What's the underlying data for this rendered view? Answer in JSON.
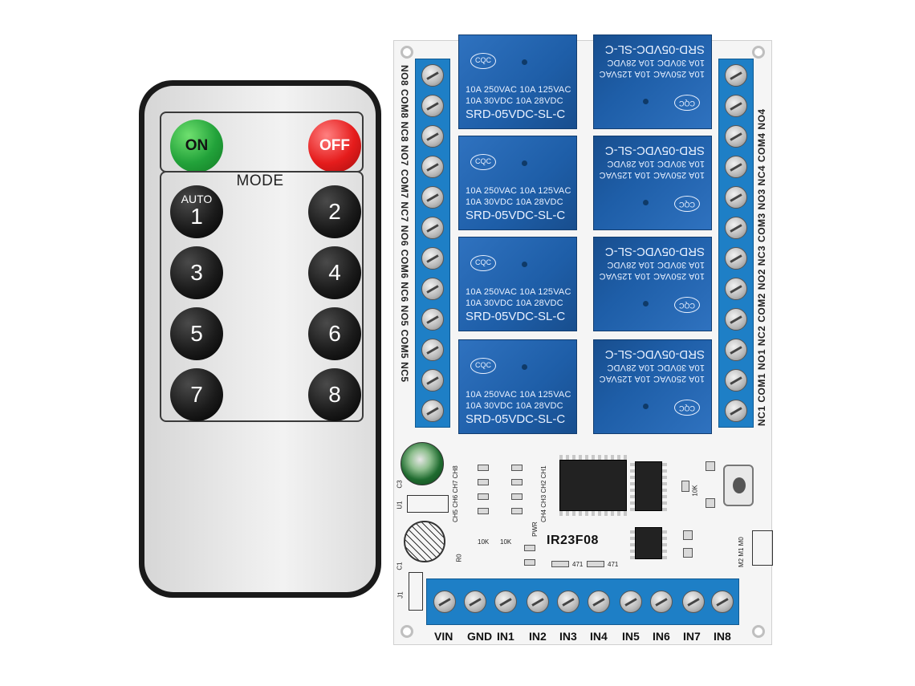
{
  "remote": {
    "on_label": "ON",
    "off_label": "OFF",
    "mode_label": "MODE",
    "buttons": [
      {
        "sub": "AUTO",
        "num": "1"
      },
      {
        "sub": "",
        "num": "2"
      },
      {
        "sub": "",
        "num": "3"
      },
      {
        "sub": "",
        "num": "4"
      },
      {
        "sub": "",
        "num": "5"
      },
      {
        "sub": "",
        "num": "6"
      },
      {
        "sub": "",
        "num": "7"
      },
      {
        "sub": "",
        "num": "8"
      }
    ]
  },
  "relay": {
    "logo": "CQC",
    "spec_line1": "10A 250VAC  10A 125VAC",
    "spec_line2": "10A  30VDC  10A  28VDC",
    "model": "SRD-05VDC-SL-C"
  },
  "board": {
    "name": "IR23F08",
    "left_labels": "NO8 COM8 NC8 NO7 COM7 NC7 NO6 COM6 NC6 NO5 COM5 NC5",
    "right_labels": "NC1 COM1 NO1 NC2 COM2 NO2 NC3 COM3 NO3 NC4 COM4 NO4",
    "inputs": [
      "VIN",
      "GND",
      "IN1",
      "IN2",
      "IN3",
      "IN4",
      "IN5",
      "IN6",
      "IN7",
      "IN8"
    ],
    "silk": {
      "ch_left": "CH5 CH6 CH7 CH8",
      "ch_right": "CH4 CH3 CH2 CH1",
      "pwr": "PWR",
      "r10k_a": "10K",
      "r10k_b": "10K",
      "r10k_c": "10K",
      "c3": "C3",
      "u1": "U1",
      "c1": "C1",
      "j1": "J1",
      "r0": "R0",
      "m_labels": "M2 M1 M0",
      "r47_a": "471",
      "r47_b": "471"
    }
  },
  "colors": {
    "relay_blue": "#1e5ea8",
    "terminal_blue": "#1e7fc6",
    "on_green": "#22a23a",
    "off_red": "#e51c1c"
  }
}
